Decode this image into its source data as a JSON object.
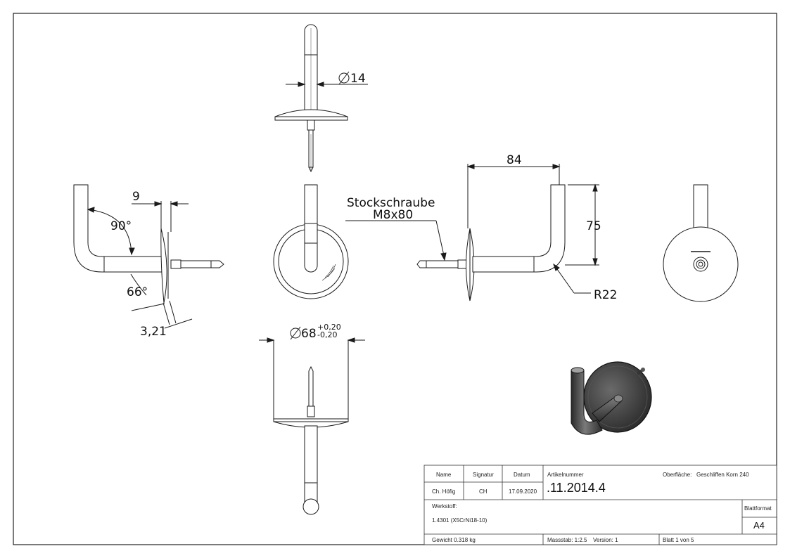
{
  "dimensions": {
    "top_diameter": "14",
    "left_width": "9",
    "left_angle_90": "90°",
    "left_angle_66": "66°",
    "left_thickness": "3,21",
    "bottom_diameter": "68",
    "bottom_tol_plus": "+0,20",
    "bottom_tol_minus": "-0,20",
    "right_length": "84",
    "right_height": "75",
    "right_radius": "R22"
  },
  "annotation": {
    "line1": "Stockschraube",
    "line2": "M8x80"
  },
  "title_block": {
    "header_name": "Name",
    "header_signatur": "Signatur",
    "header_datum": "Datum",
    "name": "Ch. Höfig",
    "signatur": "CH",
    "datum": "17.09.2020",
    "artikelnummer_label": "Artikelnummer",
    "artikelnummer": ".11.2014.4",
    "oberflaeche_label": "Oberfläche:",
    "oberflaeche": "Geschliffen Korn 240",
    "werkstoff_label": "Werkstoff:",
    "werkstoff": "1.4301 (X5CrNi18-10)",
    "blattformat_label": "Blattformat",
    "blattformat": "A4",
    "gewicht": "Gewicht 0.318 kg",
    "massstab": "Massstab: 1:2.5",
    "version": "Version: 1",
    "blatt": "Blatt 1 von 5"
  },
  "colors": {
    "line": "#1a1a1a",
    "steel_dark": "#3a3a3a",
    "steel_mid": "#6e6e6e"
  }
}
